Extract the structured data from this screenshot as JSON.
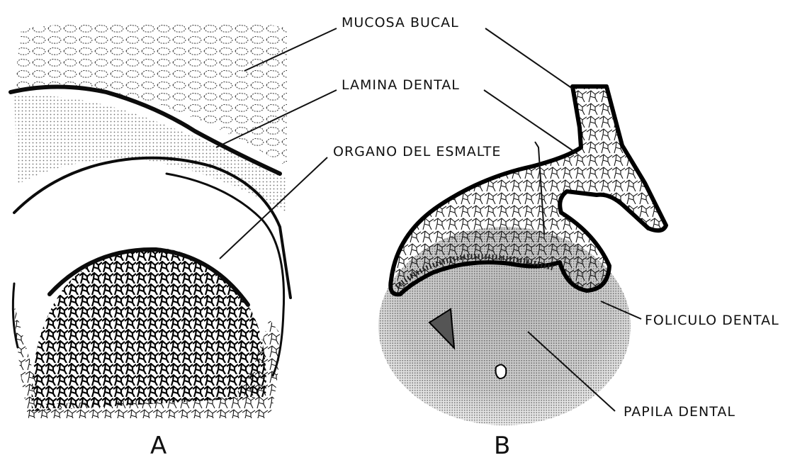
{
  "labels": {
    "mucosa_bucal": "MUCOSA BUCAL",
    "lamina_dental": "LAMINA DENTAL",
    "organo_del_esmalte": "ORGANO DEL ESMALTE",
    "foliculo_dental": "FOLICULO DENTAL",
    "papila_dental": "PAPILA DENTAL"
  },
  "panels": {
    "a": "A",
    "b": "B"
  },
  "colors": {
    "ink": "#111111",
    "paper": "#ffffff"
  }
}
